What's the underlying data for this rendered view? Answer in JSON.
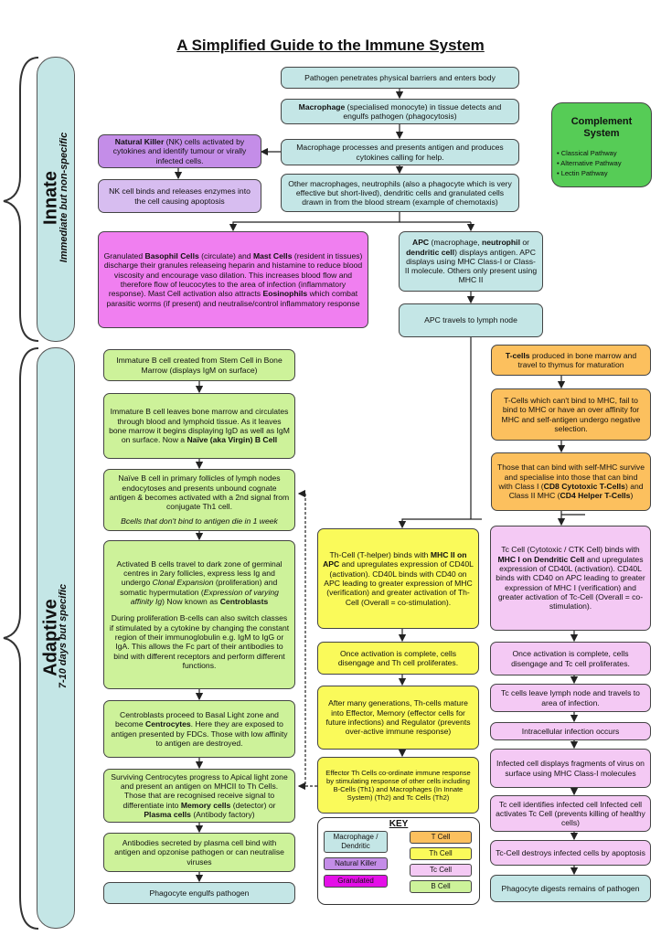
{
  "title": "A Simplified Guide to the Immune System",
  "phases": {
    "innate": {
      "label": "Innate",
      "sublabel": "Immediate but non-specific"
    },
    "adaptive": {
      "label": "Adaptive",
      "sublabel": "7-10 days but specific"
    }
  },
  "boxes": {
    "pathogen_enters": "Pathogen penetrates physical barriers and enters body",
    "macrophage_detects": {
      "bold": "Macrophage",
      "rest": " (specialised monocyte) in tissue detects and engulfs pathogen (phagocytosis)"
    },
    "complement": {
      "title": "Complement System",
      "items": [
        "Classical Pathway",
        "Alternative Pathway",
        "Lectin Pathway"
      ]
    },
    "nk_activated": {
      "bold": "Natural Killer",
      "rest": " (NK) cells activated by cytokines and identify tumour or virally infected cells."
    },
    "macrophage_presents": "Macrophage processes and presents antigen and produces cytokines calling for help.",
    "nk_enzymes": "NK cell binds and releases enzymes into the cell causing apoptosis",
    "other_macrophages": "Other macrophages, neutrophils (also a phagocyte which is very effective but short-lived), dendritic cells and granulated cells drawn in from the blood stream (example of chemotaxis)",
    "granulated": {
      "p1": "Granulated ",
      "b1": "Basophil Cells",
      "p2": " (circulate) and ",
      "b2": "Mast Cells",
      "p3": " (resident in tissues) discharge their granules releaseing heparin and histamine to reduce blood viscosity and encourage vaso dilation. This increases blood flow and therefore flow of leucocytes to the area of infection (inflammatory response). Mast Cell activation also attracts ",
      "b3": "Eosinophils",
      "p4": " which combat parasitic worms (if present) and neutralise/control inflammatory response"
    },
    "apc_displays": {
      "b1": "APC",
      "p1": " (macrophage, ",
      "b2": "neutrophil",
      "p2": " or ",
      "b3": "dendritic cell",
      "p3": ") displays antigen. APC displays using MHC Class-I  or Class-II molecule. Others only present using MHC II"
    },
    "apc_travels": "APC travels to lymph node",
    "b1": "Immature B cell created from Stem Cell in Bone Marrow (displays IgM on surface)",
    "b2": {
      "text": "Immature B cell leaves bone marrow and circulates through blood and lymphoid tissue. As it leaves bone marrow it begins displaying IgD as well as IgM on surface. Now a ",
      "bold": "Naïve (aka Virgin) B Cell"
    },
    "b3": {
      "text": "Naïve B cell in primary follicles of lymph nodes endocytoses and presents unbound cognate antigen & becomes activated with a 2nd signal from conjugate Th1 cell.",
      "italic": "Bcells that don't bind to antigen die in 1 week"
    },
    "b4": {
      "p1": "Activated B cells travel to dark zone of germinal centres in 2ary follicles, express less Ig and undergo ",
      "i1": "Clonal Expansion",
      "p2": " (proliferation) and somatic hypermutation (",
      "i2": "Expression of varying affinity Ig",
      "p3": ") Now known as ",
      "b1": "Centroblasts",
      "p4": "During proliferation B-cells can also switch classes if stimulated by a cytokine by changing the constant region of their immunoglobulin e.g. IgM to IgG or IgA. This allows the Fc part of their antibodies to bind with different receptors and perform different functions."
    },
    "b5": {
      "p1": "Centroblasts proceed to Basal Light zone and become ",
      "b1": "Centrocytes",
      "p2": ". Here they are exposed to antigen presented by FDCs. Those with low affinity to antigen are destroyed."
    },
    "b6": {
      "p1": "Surviving Centrocytes progress to Apical light zone and present an antigen on MHCII to Th Cells. Those that are recognised receive signal to differentiate into ",
      "b1": "Memory cells",
      "p2": " (detector) or ",
      "b2": "Plasma cells",
      "p3": " (Antibody factory)"
    },
    "b7": "Antibodies secreted by plasma cell bind with antigen and opzonise pathogen or can neutralise viruses",
    "b8": "Phagocyte engulfs pathogen",
    "t1": {
      "bold": "T-cells",
      "rest": " produced in bone marrow and travel to thymus for maturation"
    },
    "t2": "T-Cells which can't bind to MHC, fail to bind to MHC or have an over affinity for MHC and self-antigen undergo negative selection.",
    "t3": {
      "p1": "Those that can bind with self-MHC survive and specialise into those that can bind with Class I (",
      "b1": "CD8 Cytotoxic T-Cells",
      "p2": ") and Class II MHC (",
      "b2": "CD4 Helper T-Cells",
      "p3": ")"
    },
    "th1": {
      "p1": "Th-Cell (T-helper) binds with ",
      "b1": "MHC II on APC",
      "p2": " and upregulates expression of CD40L (activation). CD40L binds with CD40 on APC leading to greater expression of MHC (verification) and greater activation of Th-Cell (Overall = co-stimulation)."
    },
    "th2": "Once activation is complete, cells disengage and Th cell proliferates.",
    "th3": "After many generations, Th-cells mature into Effector, Memory (effector cells for future infections) and Regulator (prevents over-active immune response)",
    "th4": "Effector Th Cells co-ordinate immune response by stimulating response of other cells including B-Cells (Th1) and Macrophages  (In Innate System) (Th2) and Tc Cells (Th2)",
    "tc1": {
      "p1": "Tc Cell (Cytotoxic / CTK Cell) binds with ",
      "b1": "MHC I on Dendritic Cell",
      "p2": " and upregulates expression of CD40L (activation). CD40L binds with CD40 on APC leading to greater expression of MHC I (verification) and greater activation of Tc-Cell (Overall = co-stimulation)."
    },
    "tc2": "Once activation is complete, cells disengage and Tc cell proliferates.",
    "tc3": "Tc cells leave lymph node and travels to area of infection.",
    "tc4": "Intracellular infection occurs",
    "tc5": "Infected cell displays fragments of virus on surface using MHC Class-I molecules",
    "tc6": "Tc cell identifies infected cell Infected cell activates Tc Cell (prevents killing of healthy cells)",
    "tc7": "Tc-Cell destroys infected cells by apoptosis",
    "tc8": "Phagocyte digests remains of pathogen"
  },
  "key": {
    "title": "KEY",
    "items": [
      "Macrophage / Dendritic",
      "Natural Killer",
      "Granulated",
      "T Cell",
      "Th Cell",
      "Tc Cell",
      "B Cell"
    ]
  },
  "colors": {
    "macrophage": "#c4e6e6",
    "natural_killer": "#c48de8",
    "granulated": "#f07ff0",
    "t_cell": "#fcc05e",
    "th_cell": "#fafa5a",
    "tc_cell": "#f4c9f4",
    "b_cell": "#cdf29a",
    "complement": "#56cc56"
  }
}
